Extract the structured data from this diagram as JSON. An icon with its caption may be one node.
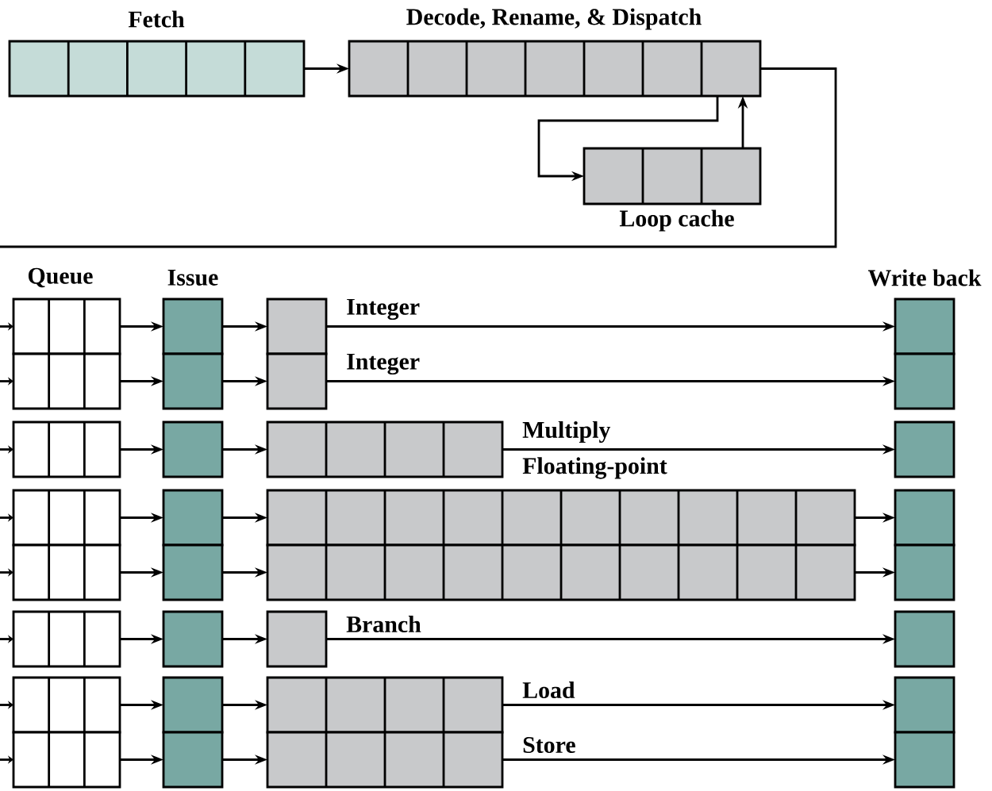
{
  "diagram": {
    "nodes": [
      {
        "text": [
          "Fetch"
        ]
      },
      {
        "text": [
          "Decode, Rename, & Dispatch"
        ]
      },
      {
        "text": [
          "Loop cache"
        ]
      },
      {
        "text": [],
        "shape": "box"
      },
      {
        "text": [],
        "shape": "box"
      },
      {
        "text": [],
        "shape": "box"
      },
      {
        "text": [],
        "shape": "box"
      },
      {
        "text": [],
        "shape": "box"
      },
      {
        "text": [],
        "shape": "box"
      },
      {
        "text": [],
        "shape": "box"
      },
      {
        "text": [],
        "shape": "box"
      },
      {
        "text": [],
        "shape": "box"
      },
      {
        "text": [],
        "shape": "box"
      },
      {
        "text": [],
        "shape": "box"
      },
      {
        "text": [],
        "shape": "box"
      },
      {
        "text": [],
        "shape": "box"
      },
      {
        "text": [],
        "shape": "box"
      },
      {
        "text": [],
        "shape": "box"
      },
      {
        "text": [],
        "shape": "box"
      },
      {
        "text": [],
        "shape": "box"
      },
      {
        "text": [],
        "shape": "box"
      },
      {
        "text": [],
        "shape": "box"
      },
      {
        "text": [
          "Floating-point"
        ]
      },
      {
        "text": [],
        "shape": "box"
      },
      {
        "text": [],
        "shape": "box"
      },
      {
        "text": [],
        "shape": "box"
      },
      {
        "text": [],
        "shape": "box"
      },
      {
        "text": [],
        "shape": "box"
      },
      {
        "text": [],
        "shape": "box"
      },
      {
        "text": [],
        "shape": "box"
      },
      {
        "text": [],
        "shape": "box"
      },
      {
        "text": [],
        "shape": "box"
      },
      {
        "text": [],
        "shape": "box"
      },
      {
        "text": [],
        "shape": "box"
      },
      {
        "text": [],
        "shape": "box"
      }
    ],
    "edges": [
      {
        "from": 0,
        "to": 1,
        "arrow": "to"
      },
      {
        "from": 1,
        "to": 2,
        "arrow": "to"
      },
      {
        "from": 2,
        "to": 1,
        "arrow": "to"
      },
      {
        "from": 1,
        "to": null,
        "arrow": "none"
      },
      {
        "from": null,
        "to": 3,
        "arrow": "to"
      },
      {
        "from": null,
        "to": 4,
        "arrow": "to"
      },
      {
        "from": null,
        "to": 5,
        "arrow": "to"
      },
      {
        "from": null,
        "to": 6,
        "arrow": "to"
      },
      {
        "from": null,
        "to": 7,
        "arrow": "to"
      },
      {
        "from": null,
        "to": 8,
        "arrow": "to"
      },
      {
        "from": null,
        "to": 9,
        "arrow": "to"
      },
      {
        "from": null,
        "to": 10,
        "arrow": "to"
      },
      {
        "from": 3,
        "to": 11,
        "arrow": "to"
      },
      {
        "from": 4,
        "to": 12,
        "arrow": "to"
      },
      {
        "from": 5,
        "to": 13,
        "arrow": "to"
      },
      {
        "from": 6,
        "to": 14,
        "arrow": "to"
      },
      {
        "from": 7,
        "to": 15,
        "arrow": "to"
      },
      {
        "from": 8,
        "to": 16,
        "arrow": "to"
      },
      {
        "from": 9,
        "to": 17,
        "arrow": "to"
      },
      {
        "from": 10,
        "to": 18,
        "arrow": "to"
      },
      {
        "from": 11,
        "to": 19,
        "arrow": "to"
      },
      {
        "from": 12,
        "to": 20,
        "arrow": "to"
      },
      {
        "from": 13,
        "to": 21,
        "arrow": "to"
      },
      {
        "from": 14,
        "to": 22,
        "arrow": "to"
      },
      {
        "from": 15,
        "to": 23,
        "arrow": "to"
      },
      {
        "from": 16,
        "to": 24,
        "arrow": "to"
      },
      {
        "from": 17,
        "to": 25,
        "arrow": "to"
      },
      {
        "from": 18,
        "to": 26,
        "arrow": "to"
      },
      {
        "from": 19,
        "to": 27,
        "arrow": "to",
        "label": "Integer"
      },
      {
        "from": 20,
        "to": 28,
        "arrow": "to",
        "label": "Integer"
      },
      {
        "from": 21,
        "to": 29,
        "arrow": "to",
        "label": "Multiply"
      },
      {
        "from": 22,
        "to": 30,
        "arrow": "to"
      },
      {
        "from": 23,
        "to": 31,
        "arrow": "to"
      },
      {
        "from": 24,
        "to": 32,
        "arrow": "to",
        "label": "Branch"
      },
      {
        "from": 25,
        "to": 33,
        "arrow": "to",
        "label": "Load"
      },
      {
        "from": 26,
        "to": 34,
        "arrow": "to",
        "label": "Store"
      }
    ],
    "labels": [
      "Queue",
      "Issue",
      "Write back"
    ]
  }
}
